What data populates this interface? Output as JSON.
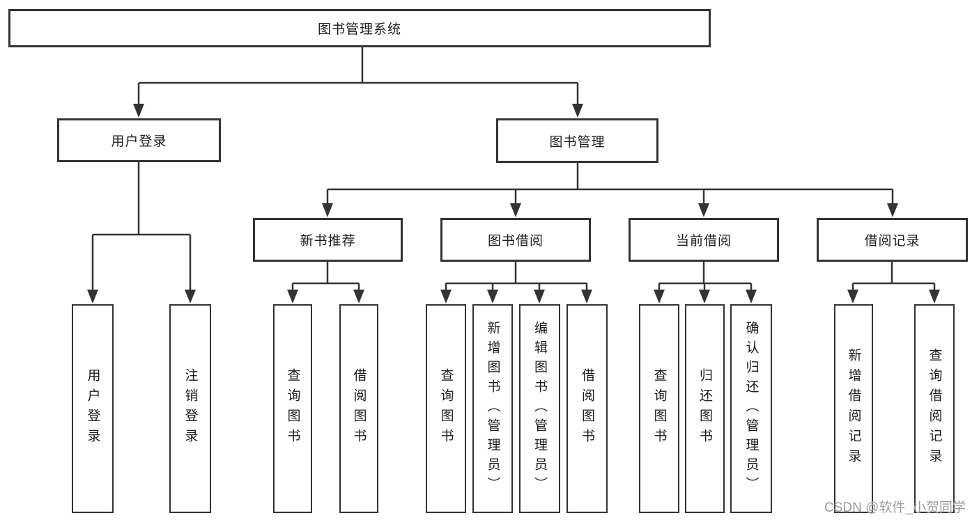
{
  "diagram": {
    "root": "图书管理系统",
    "branches": [
      {
        "label": "用户登录",
        "children": [
          {
            "label": "用户登录"
          },
          {
            "label": "注销登录"
          }
        ]
      },
      {
        "label": "图书管理",
        "children": [
          {
            "label": "新书推荐",
            "children": [
              {
                "label": "查询图书"
              },
              {
                "label": "借阅图书"
              }
            ]
          },
          {
            "label": "图书借阅",
            "children": [
              {
                "label": "查询图书"
              },
              {
                "label": "新增图书（管理员）"
              },
              {
                "label": "编辑图书（管理员）"
              },
              {
                "label": "借阅图书"
              }
            ]
          },
          {
            "label": "当前借阅",
            "children": [
              {
                "label": "查询图书"
              },
              {
                "label": "归还图书"
              },
              {
                "label": "确认归还（管理员）"
              }
            ]
          },
          {
            "label": "借阅记录",
            "children": [
              {
                "label": "新增借阅记录"
              },
              {
                "label": "查询借阅记录"
              }
            ]
          }
        ]
      }
    ]
  },
  "colors": {
    "line": "#333333",
    "box_border": "#333333",
    "text": "#1c1c1c",
    "watermark": "#9b9b9b"
  },
  "watermark": "CSDN @软件_小贺同学"
}
